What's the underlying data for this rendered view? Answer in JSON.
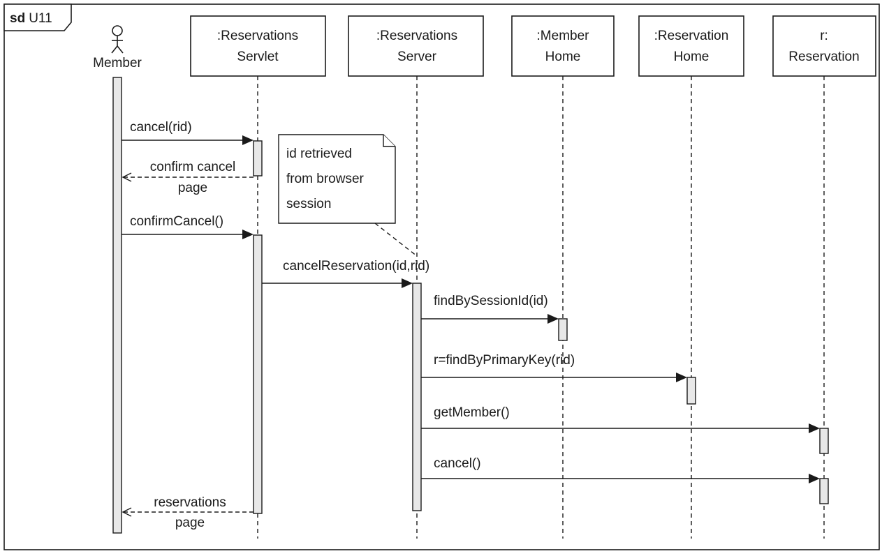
{
  "frame": {
    "keyword": "sd",
    "name": "U11"
  },
  "actor": {
    "name": "Member"
  },
  "lifelines": [
    {
      "id": "servlet",
      "label": [
        ":Reservations",
        "Servlet"
      ]
    },
    {
      "id": "server",
      "label": [
        ":Reservations",
        "Server"
      ]
    },
    {
      "id": "memberhome",
      "label": [
        ":Member",
        "Home"
      ]
    },
    {
      "id": "reshome",
      "label": [
        ":Reservation",
        "Home"
      ]
    },
    {
      "id": "reservation",
      "label": [
        "r:",
        "Reservation"
      ]
    }
  ],
  "note": {
    "lines": [
      "id retrieved",
      "from browser",
      "session"
    ]
  },
  "messages": [
    {
      "from": "actor",
      "to": "servlet",
      "kind": "call",
      "label": [
        "cancel(rid)"
      ]
    },
    {
      "from": "servlet",
      "to": "actor",
      "kind": "return",
      "label": [
        "confirm cancel",
        "page"
      ]
    },
    {
      "from": "actor",
      "to": "servlet",
      "kind": "call",
      "label": [
        "confirmCancel()"
      ]
    },
    {
      "from": "servlet",
      "to": "server",
      "kind": "call",
      "label": [
        "cancelReservation(id,rid)"
      ]
    },
    {
      "from": "server",
      "to": "memberhome",
      "kind": "call",
      "label": [
        "findBySessionId(id)"
      ]
    },
    {
      "from": "server",
      "to": "reshome",
      "kind": "call",
      "label": [
        "r=findByPrimaryKey(rid)"
      ]
    },
    {
      "from": "server",
      "to": "reservation",
      "kind": "call",
      "label": [
        "getMember()"
      ]
    },
    {
      "from": "server",
      "to": "reservation",
      "kind": "call",
      "label": [
        "cancel()"
      ]
    },
    {
      "from": "servlet",
      "to": "actor",
      "kind": "return",
      "label": [
        "reservations",
        "page"
      ]
    }
  ]
}
